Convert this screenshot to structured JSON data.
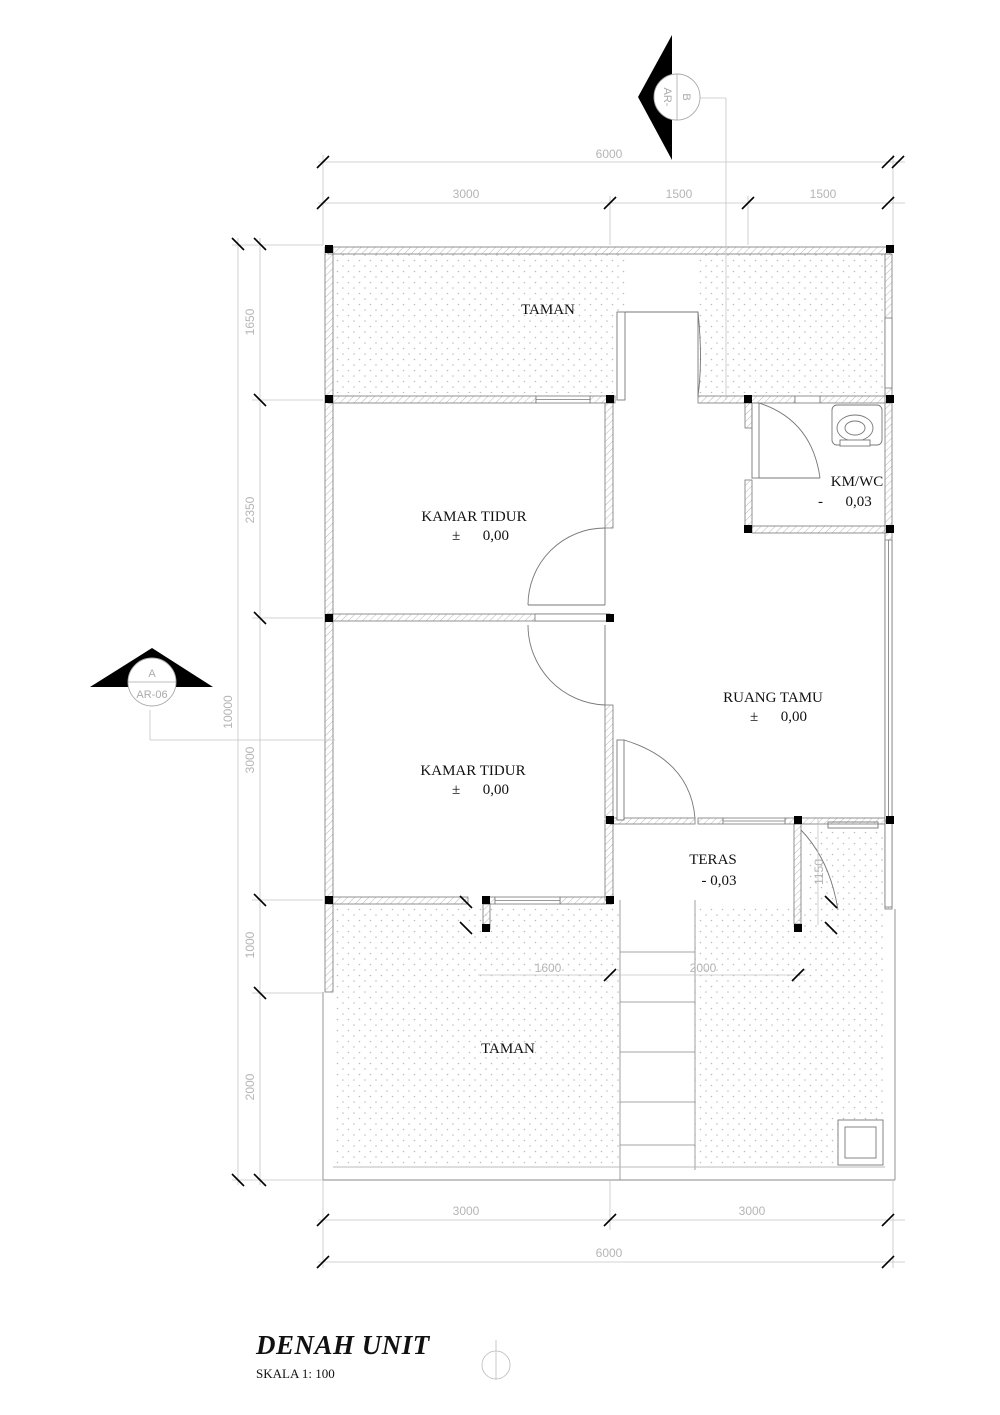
{
  "drawing": {
    "title": "DENAH UNIT",
    "scale": "SKALA 1: 100"
  },
  "rooms": {
    "taman_top": "TAMAN",
    "kamar_tidur_1": {
      "name": "KAMAR TIDUR",
      "level": "±      0,00"
    },
    "kamar_tidur_2": {
      "name": "KAMAR TIDUR",
      "level": "±      0,00"
    },
    "km_wc": {
      "name": "KM/WC",
      "level": "-      0,03"
    },
    "ruang_tamu": {
      "name": "RUANG TAMU",
      "level": "±      0,00"
    },
    "teras": {
      "name": "TERAS",
      "level": "- 0,03"
    },
    "taman_bottom": "TAMAN"
  },
  "dimensions": {
    "top_total": "6000",
    "top_parts": [
      "3000",
      "1500",
      "1500"
    ],
    "left_total": "10000",
    "left_parts": [
      "1650",
      "2350",
      "3000",
      "1000",
      "2000"
    ],
    "bottom_parts": [
      "3000",
      "3000"
    ],
    "bottom_total": "6000",
    "inner_parts": [
      "1600",
      "2000"
    ],
    "teras_depth": "1150"
  },
  "section_markers": {
    "top": {
      "letter": "B",
      "sheet": "AR-"
    },
    "left": {
      "letter": "A",
      "sheet": "AR-06"
    }
  }
}
